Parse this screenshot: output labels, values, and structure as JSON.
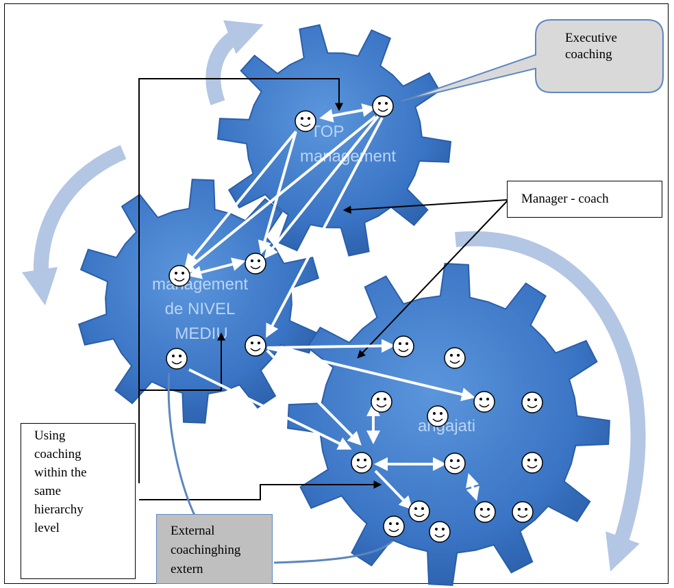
{
  "gears": {
    "top_line1": "TOP",
    "top_line2": "management",
    "middle_line1": "management",
    "middle_line2": "de NIVEL",
    "middle_line3": "MEDIU",
    "employees": "angajati"
  },
  "callouts": {
    "executive_line1": "Executive",
    "executive_line2": "coaching",
    "manager_coach": "Manager - coach",
    "using_lines": [
      "Using",
      "coaching",
      "within the",
      "same",
      "hierarchy",
      "level"
    ],
    "external_line1": "External",
    "external_line2": "coachinghing",
    "external_line3": "extern"
  },
  "face_glyph": "☺",
  "colors": {
    "gear": "#3a74c4",
    "gear_dark": "#2a5ea8",
    "cycle_arrow": "#b3c6e4",
    "callout_fill": "#d9d9d9",
    "callout_border": "#5b86c1",
    "external_fill": "#bfbfbf"
  }
}
